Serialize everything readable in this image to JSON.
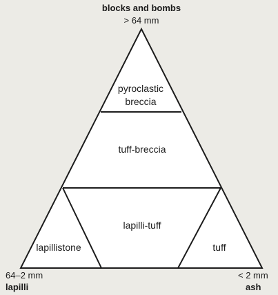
{
  "diagram": {
    "top_vertex": {
      "name": "blocks and bombs",
      "size": "> 64 mm"
    },
    "bottom_left_vertex": {
      "size": "64–2 mm",
      "name": "lapilli"
    },
    "bottom_right_vertex": {
      "size": "< 2 mm",
      "name": "ash"
    },
    "fields": {
      "pyroclastic_breccia": [
        "pyroclastic",
        "breccia"
      ],
      "tuff_breccia": "tuff-breccia",
      "lapilli_tuff": "lapilli-tuff",
      "lapillistone": "lapillistone",
      "tuff": "tuff"
    },
    "colors": {
      "background": "#ecebe6",
      "triangle_fill": "#ffffff",
      "line": "#1c1c1c",
      "text": "#1c1c1c"
    }
  }
}
